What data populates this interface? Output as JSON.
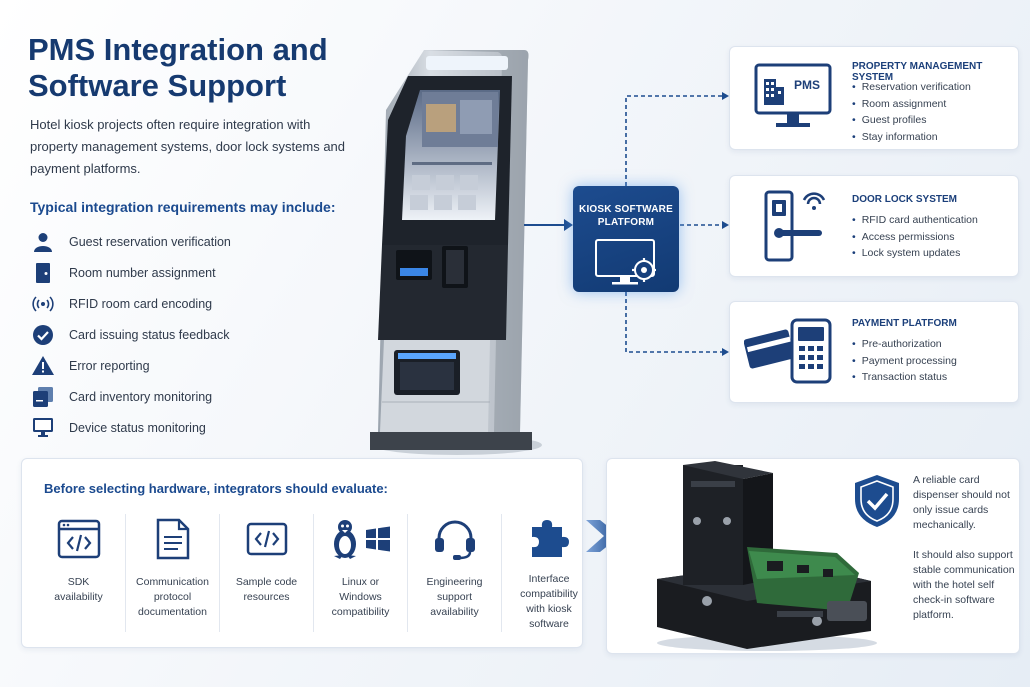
{
  "header": {
    "title_line1": "PMS Integration and",
    "title_line2": "Software Support",
    "intro": "Hotel kiosk projects often require integration with property management systems, door lock systems and payment platforms."
  },
  "requirements": {
    "heading": "Typical integration requirements may include:",
    "items": [
      {
        "label": "Guest reservation verification",
        "icon": "user-icon"
      },
      {
        "label": "Room number assignment",
        "icon": "door-icon"
      },
      {
        "label": "RFID room card encoding",
        "icon": "rfid-icon"
      },
      {
        "label": "Card issuing status feedback",
        "icon": "check-circle-icon"
      },
      {
        "label": "Error reporting",
        "icon": "warning-icon"
      },
      {
        "label": "Card inventory monitoring",
        "icon": "cards-stack-icon"
      },
      {
        "label": "Device status monitoring",
        "icon": "monitor-icon"
      }
    ]
  },
  "platform": {
    "title_line1": "KIOSK SOFTWARE",
    "title_line2": "PLATFORM"
  },
  "systems": [
    {
      "title": "PROPERTY MANAGEMENT SYSTEM",
      "icon_text": "PMS",
      "icon": "pms-monitor-icon",
      "items": [
        "Reservation verification",
        "Room assignment",
        "Guest profiles",
        "Stay information"
      ]
    },
    {
      "title": "DOOR LOCK SYSTEM",
      "icon": "door-lock-icon",
      "items": [
        "RFID card authentication",
        "Access permissions",
        "Lock system updates"
      ]
    },
    {
      "title": "PAYMENT PLATFORM",
      "icon": "payment-terminal-icon",
      "items": [
        "Pre-authorization",
        "Payment processing",
        "Transaction status"
      ]
    }
  ],
  "evaluation": {
    "heading": "Before selecting hardware, integrators should evaluate:",
    "items": [
      {
        "lines": [
          "SDK",
          "availability"
        ],
        "icon": "code-window-icon"
      },
      {
        "lines": [
          "Communication",
          "protocol",
          "documentation"
        ],
        "icon": "document-icon"
      },
      {
        "lines": [
          "Sample code",
          "resources"
        ],
        "icon": "code-icon"
      },
      {
        "lines": [
          "Linux or",
          "Windows",
          "compatibility"
        ],
        "icon": "linux-windows-icon"
      },
      {
        "lines": [
          "Engineering",
          "support",
          "availability"
        ],
        "icon": "headset-icon"
      },
      {
        "lines": [
          "Interface",
          "compatibility",
          "with kiosk",
          "software"
        ],
        "icon": "puzzle-icon"
      }
    ]
  },
  "dispenser": {
    "text1": "A reliable card dispenser should not only issue cards mechanically.",
    "text2": "It should also support stable communication with the hotel self check-in software platform."
  },
  "colors": {
    "primary": "#163a70",
    "accent": "#1b4a8f",
    "icon": "#1d3f78"
  }
}
